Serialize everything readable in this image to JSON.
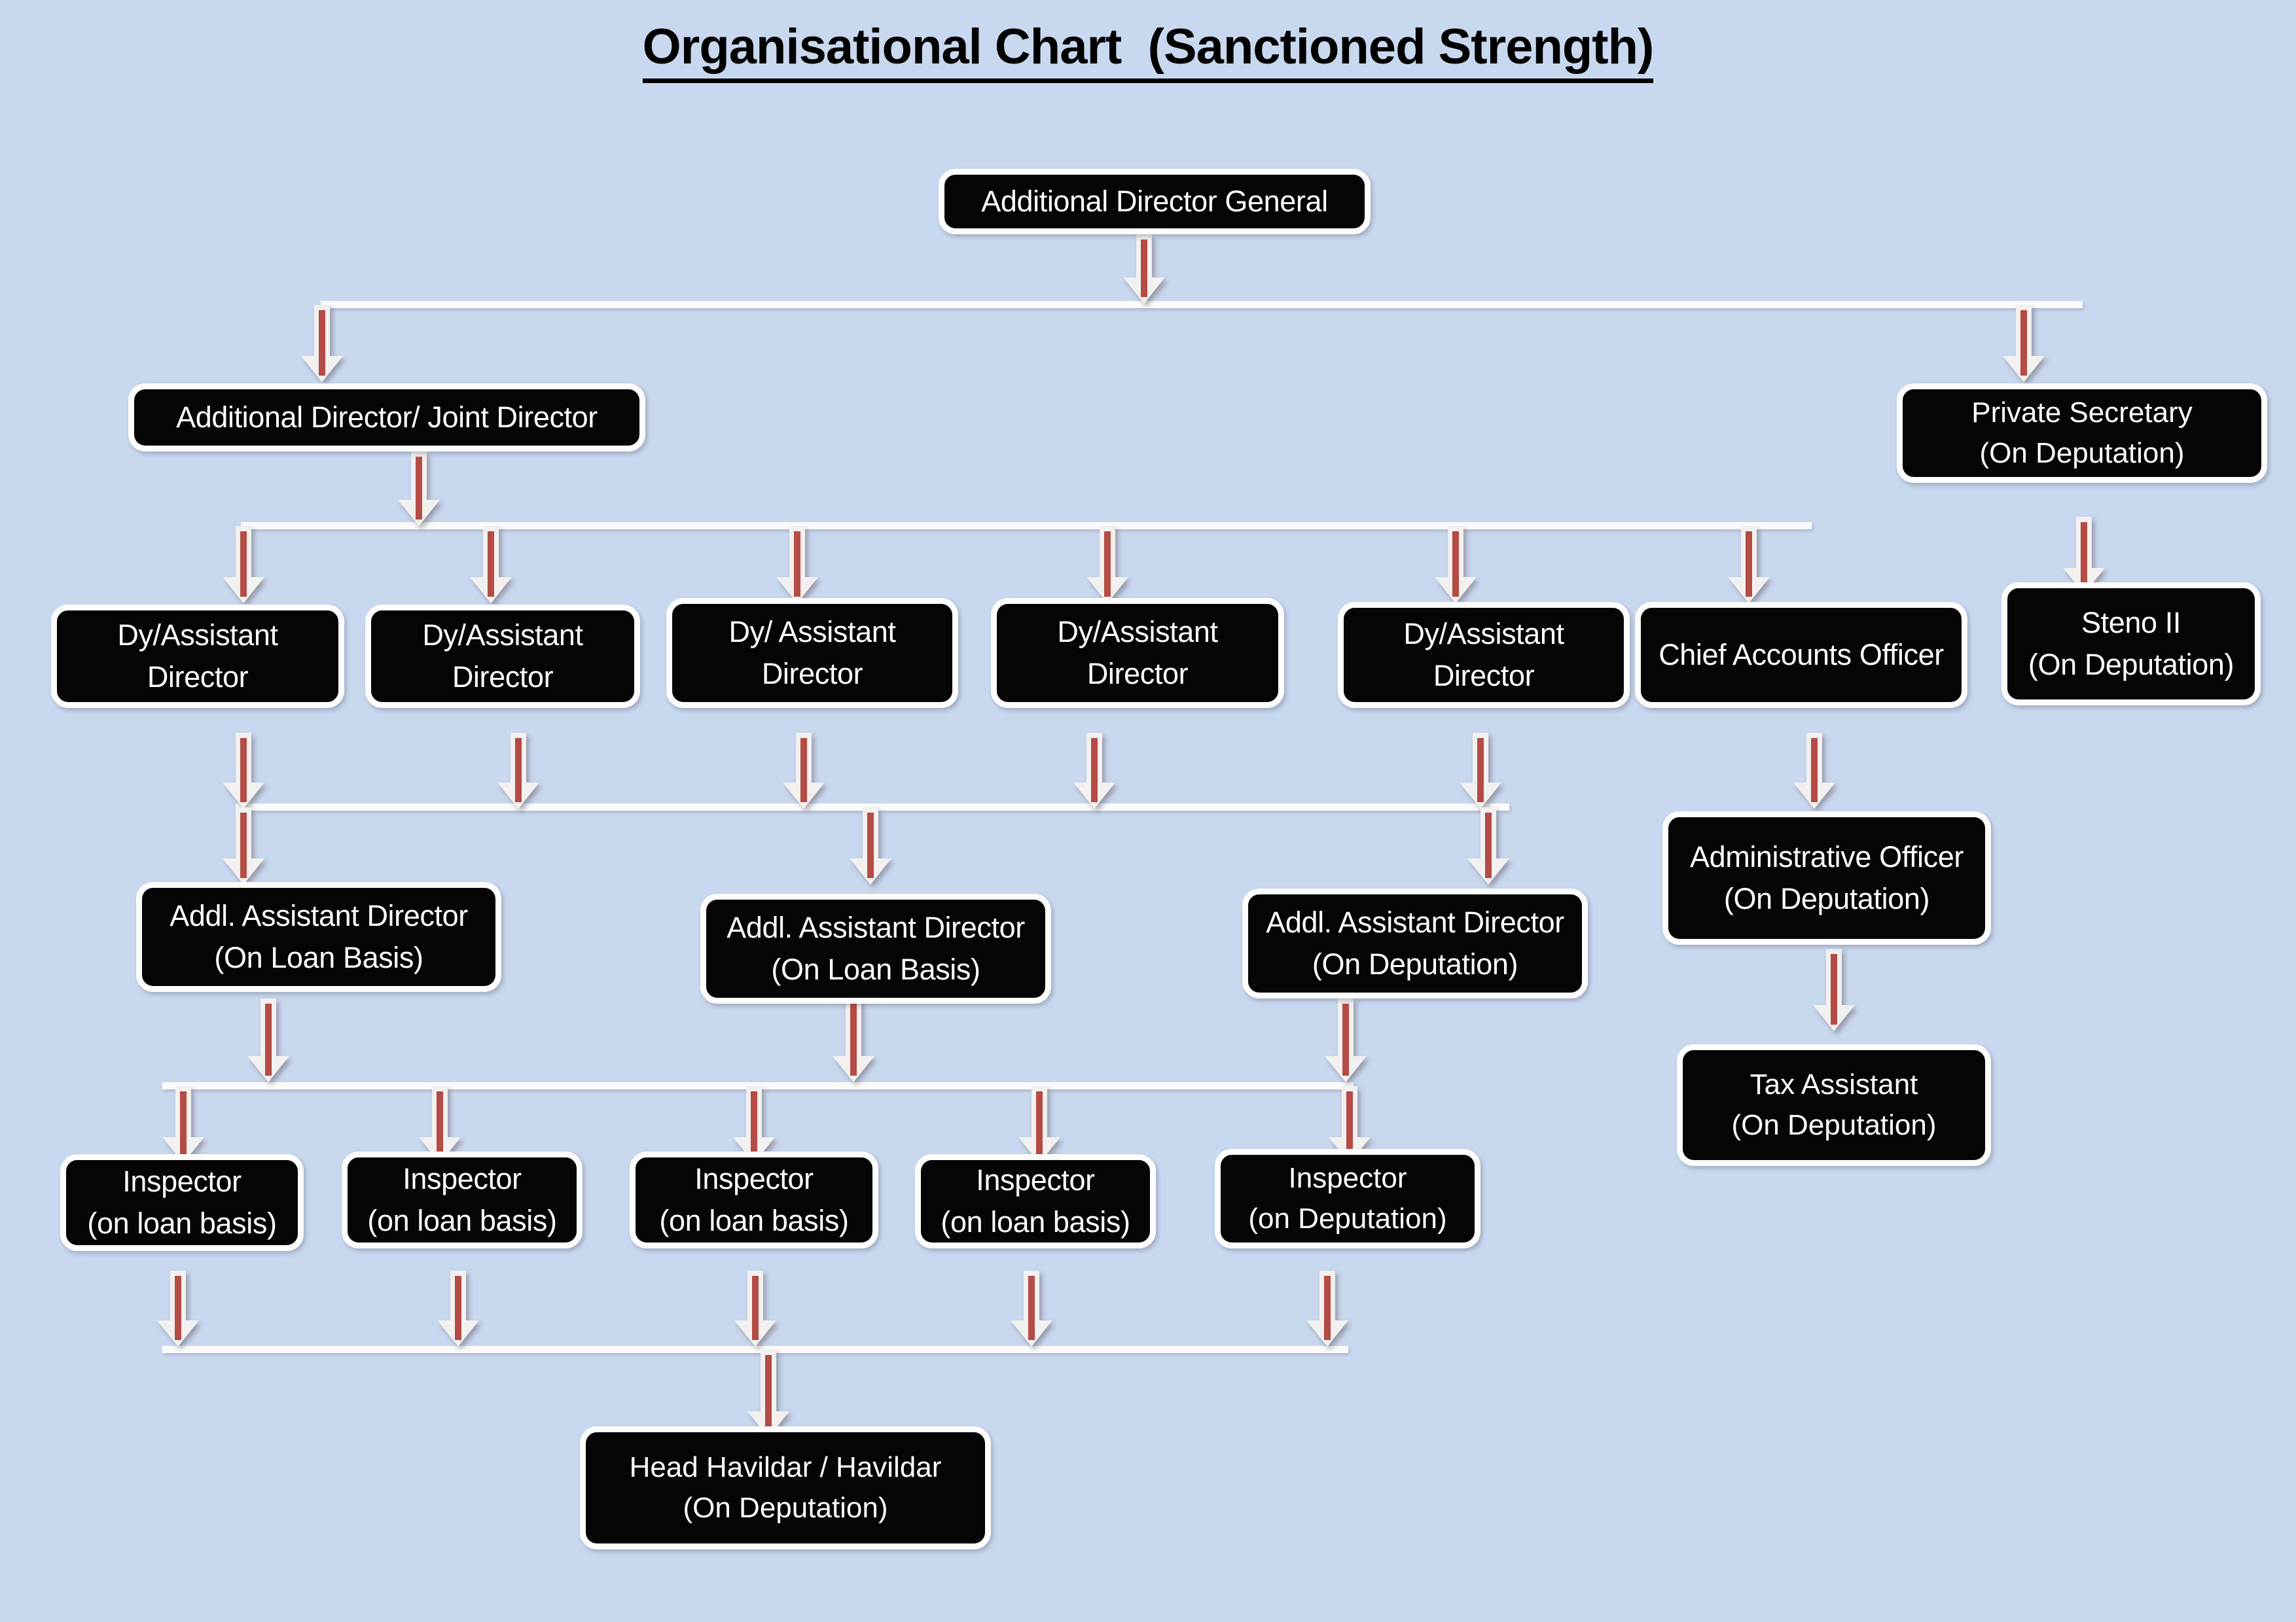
{
  "title": {
    "text": "Organisational Chart  (Sanctioned Strength)"
  },
  "colors": {
    "background": "#c8d8ef",
    "node_fill": "#050505",
    "node_border": "#fdfdfd",
    "node_text": "#ffffff",
    "connector_line": "#fbfbfb",
    "arrow_body": "#f2f1ef",
    "arrow_stripe": "#b44b45",
    "title_text": "#000000"
  },
  "chart_data": {
    "type": "diagram",
    "diagram_type": "organisational-hierarchy",
    "title": "Organisational Chart  (Sanctioned Strength)",
    "levels": [
      {
        "level": 0,
        "nodes": [
          "additional-director-general"
        ]
      },
      {
        "level": 1,
        "nodes": [
          "additional-director-joint-director",
          "private-secretary"
        ]
      },
      {
        "level": 2,
        "nodes": [
          "dy-assistant-director-1",
          "dy-assistant-director-2",
          "dy-assistant-director-3",
          "dy-assistant-director-4",
          "dy-assistant-director-5",
          "chief-accounts-officer",
          "steno-ii"
        ]
      },
      {
        "level": 3,
        "nodes": [
          "addl-assistant-director-1",
          "addl-assistant-director-2",
          "addl-assistant-director-3",
          "administrative-officer"
        ]
      },
      {
        "level": 4,
        "nodes": [
          "inspector-1",
          "inspector-2",
          "inspector-3",
          "inspector-4",
          "inspector-5",
          "tax-assistant"
        ]
      },
      {
        "level": 5,
        "nodes": [
          "head-havildar"
        ]
      }
    ],
    "edges": [
      {
        "from": "additional-director-general",
        "to": "additional-director-joint-director"
      },
      {
        "from": "additional-director-general",
        "to": "private-secretary"
      },
      {
        "from": "additional-director-joint-director",
        "to": "dy-assistant-director-1"
      },
      {
        "from": "additional-director-joint-director",
        "to": "dy-assistant-director-2"
      },
      {
        "from": "additional-director-joint-director",
        "to": "dy-assistant-director-3"
      },
      {
        "from": "additional-director-joint-director",
        "to": "dy-assistant-director-4"
      },
      {
        "from": "additional-director-joint-director",
        "to": "dy-assistant-director-5"
      },
      {
        "from": "additional-director-joint-director",
        "to": "chief-accounts-officer"
      },
      {
        "from": "private-secretary",
        "to": "steno-ii"
      },
      {
        "from": "dy-assistant-director-1",
        "to": "addl-assistant-director-1"
      },
      {
        "from": "dy-assistant-director-2",
        "to": "addl-assistant-director-1"
      },
      {
        "from": "dy-assistant-director-3",
        "to": "addl-assistant-director-2"
      },
      {
        "from": "dy-assistant-director-4",
        "to": "addl-assistant-director-2"
      },
      {
        "from": "dy-assistant-director-5",
        "to": "addl-assistant-director-3"
      },
      {
        "from": "chief-accounts-officer",
        "to": "administrative-officer"
      },
      {
        "from": "administrative-officer",
        "to": "tax-assistant"
      },
      {
        "from": "addl-assistant-director-1",
        "to": "inspector-1"
      },
      {
        "from": "addl-assistant-director-1",
        "to": "inspector-2"
      },
      {
        "from": "addl-assistant-director-2",
        "to": "inspector-3"
      },
      {
        "from": "addl-assistant-director-2",
        "to": "inspector-4"
      },
      {
        "from": "addl-assistant-director-3",
        "to": "inspector-5"
      },
      {
        "from": "inspector-1",
        "to": "head-havildar"
      },
      {
        "from": "inspector-2",
        "to": "head-havildar"
      },
      {
        "from": "inspector-3",
        "to": "head-havildar"
      },
      {
        "from": "inspector-4",
        "to": "head-havildar"
      },
      {
        "from": "inspector-5",
        "to": "head-havildar"
      }
    ]
  },
  "nodes": {
    "additional_director_general": {
      "line1": "Additional Director General"
    },
    "additional_director_joint_director": {
      "line1": "Additional Director/ Joint Director"
    },
    "private_secretary": {
      "line1": "Private Secretary",
      "line2": "(On Deputation)"
    },
    "dy_assistant_director_1": {
      "line1": "Dy/Assistant",
      "line2": "Director"
    },
    "dy_assistant_director_2": {
      "line1": "Dy/Assistant",
      "line2": "Director"
    },
    "dy_assistant_director_3": {
      "line1": "Dy/ Assistant",
      "line2": "Director"
    },
    "dy_assistant_director_4": {
      "line1": "Dy/Assistant",
      "line2": "Director"
    },
    "dy_assistant_director_5": {
      "line1": "Dy/Assistant",
      "line2": "Director"
    },
    "chief_accounts_officer": {
      "line1": "Chief Accounts Officer"
    },
    "steno_ii": {
      "line1": "Steno II",
      "line2": "(On Deputation)"
    },
    "addl_assistant_director_1": {
      "line1": "Addl. Assistant Director",
      "line2": "(On Loan Basis)"
    },
    "addl_assistant_director_2": {
      "line1": "Addl. Assistant Director",
      "line2": "(On Loan Basis)"
    },
    "addl_assistant_director_3": {
      "line1": "Addl. Assistant Director",
      "line2": "(On Deputation)"
    },
    "administrative_officer": {
      "line1": "Administrative Officer",
      "line2": "(On Deputation)"
    },
    "tax_assistant": {
      "line1": "Tax Assistant",
      "line2": "(On Deputation)"
    },
    "inspector_1": {
      "line1": "Inspector",
      "line2": "(on loan basis)"
    },
    "inspector_2": {
      "line1": "Inspector",
      "line2": "(on loan basis)"
    },
    "inspector_3": {
      "line1": "Inspector",
      "line2": "(on loan basis)"
    },
    "inspector_4": {
      "line1": "Inspector",
      "line2": "(on loan basis)"
    },
    "inspector_5": {
      "line1": "Inspector",
      "line2": "(on Deputation)"
    },
    "head_havildar": {
      "line1": "Head Havildar / Havildar",
      "line2": "(On Deputation)"
    }
  }
}
